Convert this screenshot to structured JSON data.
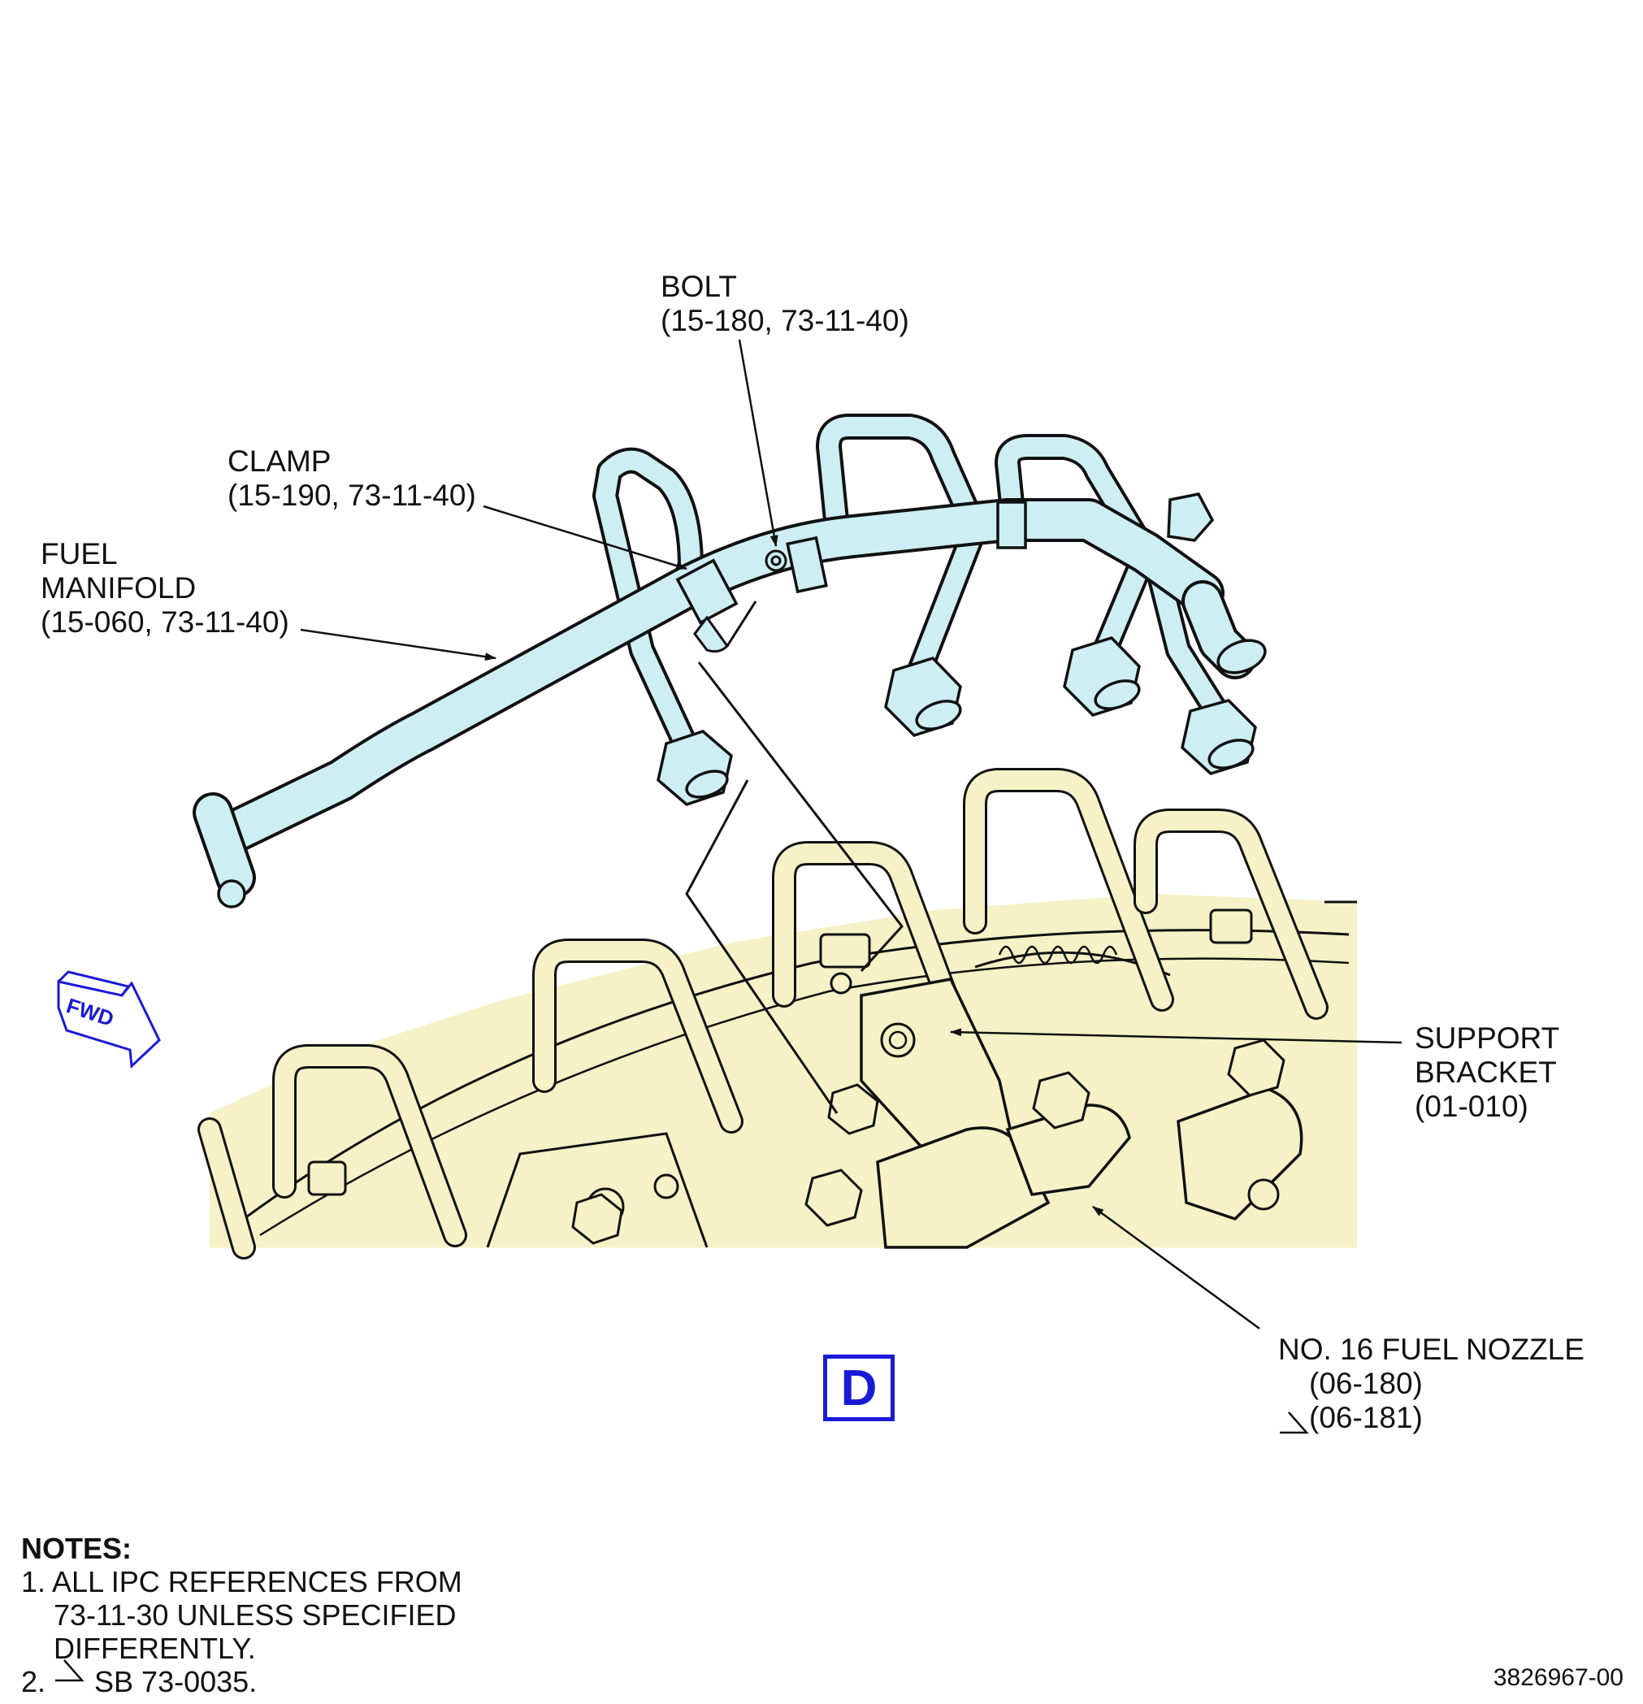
{
  "labels": {
    "bolt": {
      "name": "BOLT",
      "ref": "(15-180, 73-11-40)"
    },
    "clamp": {
      "name": "CLAMP",
      "ref": "(15-190, 73-11-40)"
    },
    "manifold": {
      "name_line1": "FUEL",
      "name_line2": "MANIFOLD",
      "ref": "(15-060, 73-11-40)"
    },
    "support": {
      "name_line1": "SUPPORT",
      "name_line2": "BRACKET",
      "ref": "(01-010)"
    },
    "nozzle": {
      "name": "NO. 16 FUEL NOZZLE",
      "ref1": "(06-180)",
      "ref2": "(06-181)"
    }
  },
  "fwd_label": "FWD",
  "view_label": "D",
  "notes": {
    "title": "NOTES:",
    "items": [
      "1. ALL IPC REFERENCES FROM",
      "    73-11-30 UNLESS SPECIFIED",
      "    DIFFERENTLY.",
      "2.      SB 73-0035."
    ]
  },
  "sheet_id": "3826967-00",
  "colors": {
    "manifold_fill": "#cdeef3",
    "engine_fill": "#f6f1c6",
    "outline": "#111111",
    "accent": "#1a1ad6"
  }
}
